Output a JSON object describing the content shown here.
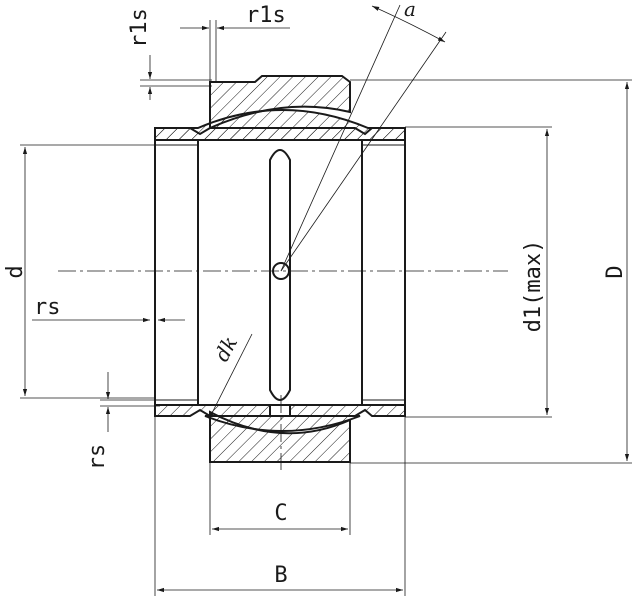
{
  "labels": {
    "r1s_top": "r1s",
    "r1s_side": "r1s",
    "a": "a",
    "d": "d",
    "rs_left": "rs",
    "dk": "dk",
    "rs_bottom": "rs",
    "d1max": "d1(max)",
    "D": "D",
    "C": "C",
    "B": "B"
  },
  "colors": {
    "stroke": "#1a1a1a",
    "background": "#ffffff"
  }
}
